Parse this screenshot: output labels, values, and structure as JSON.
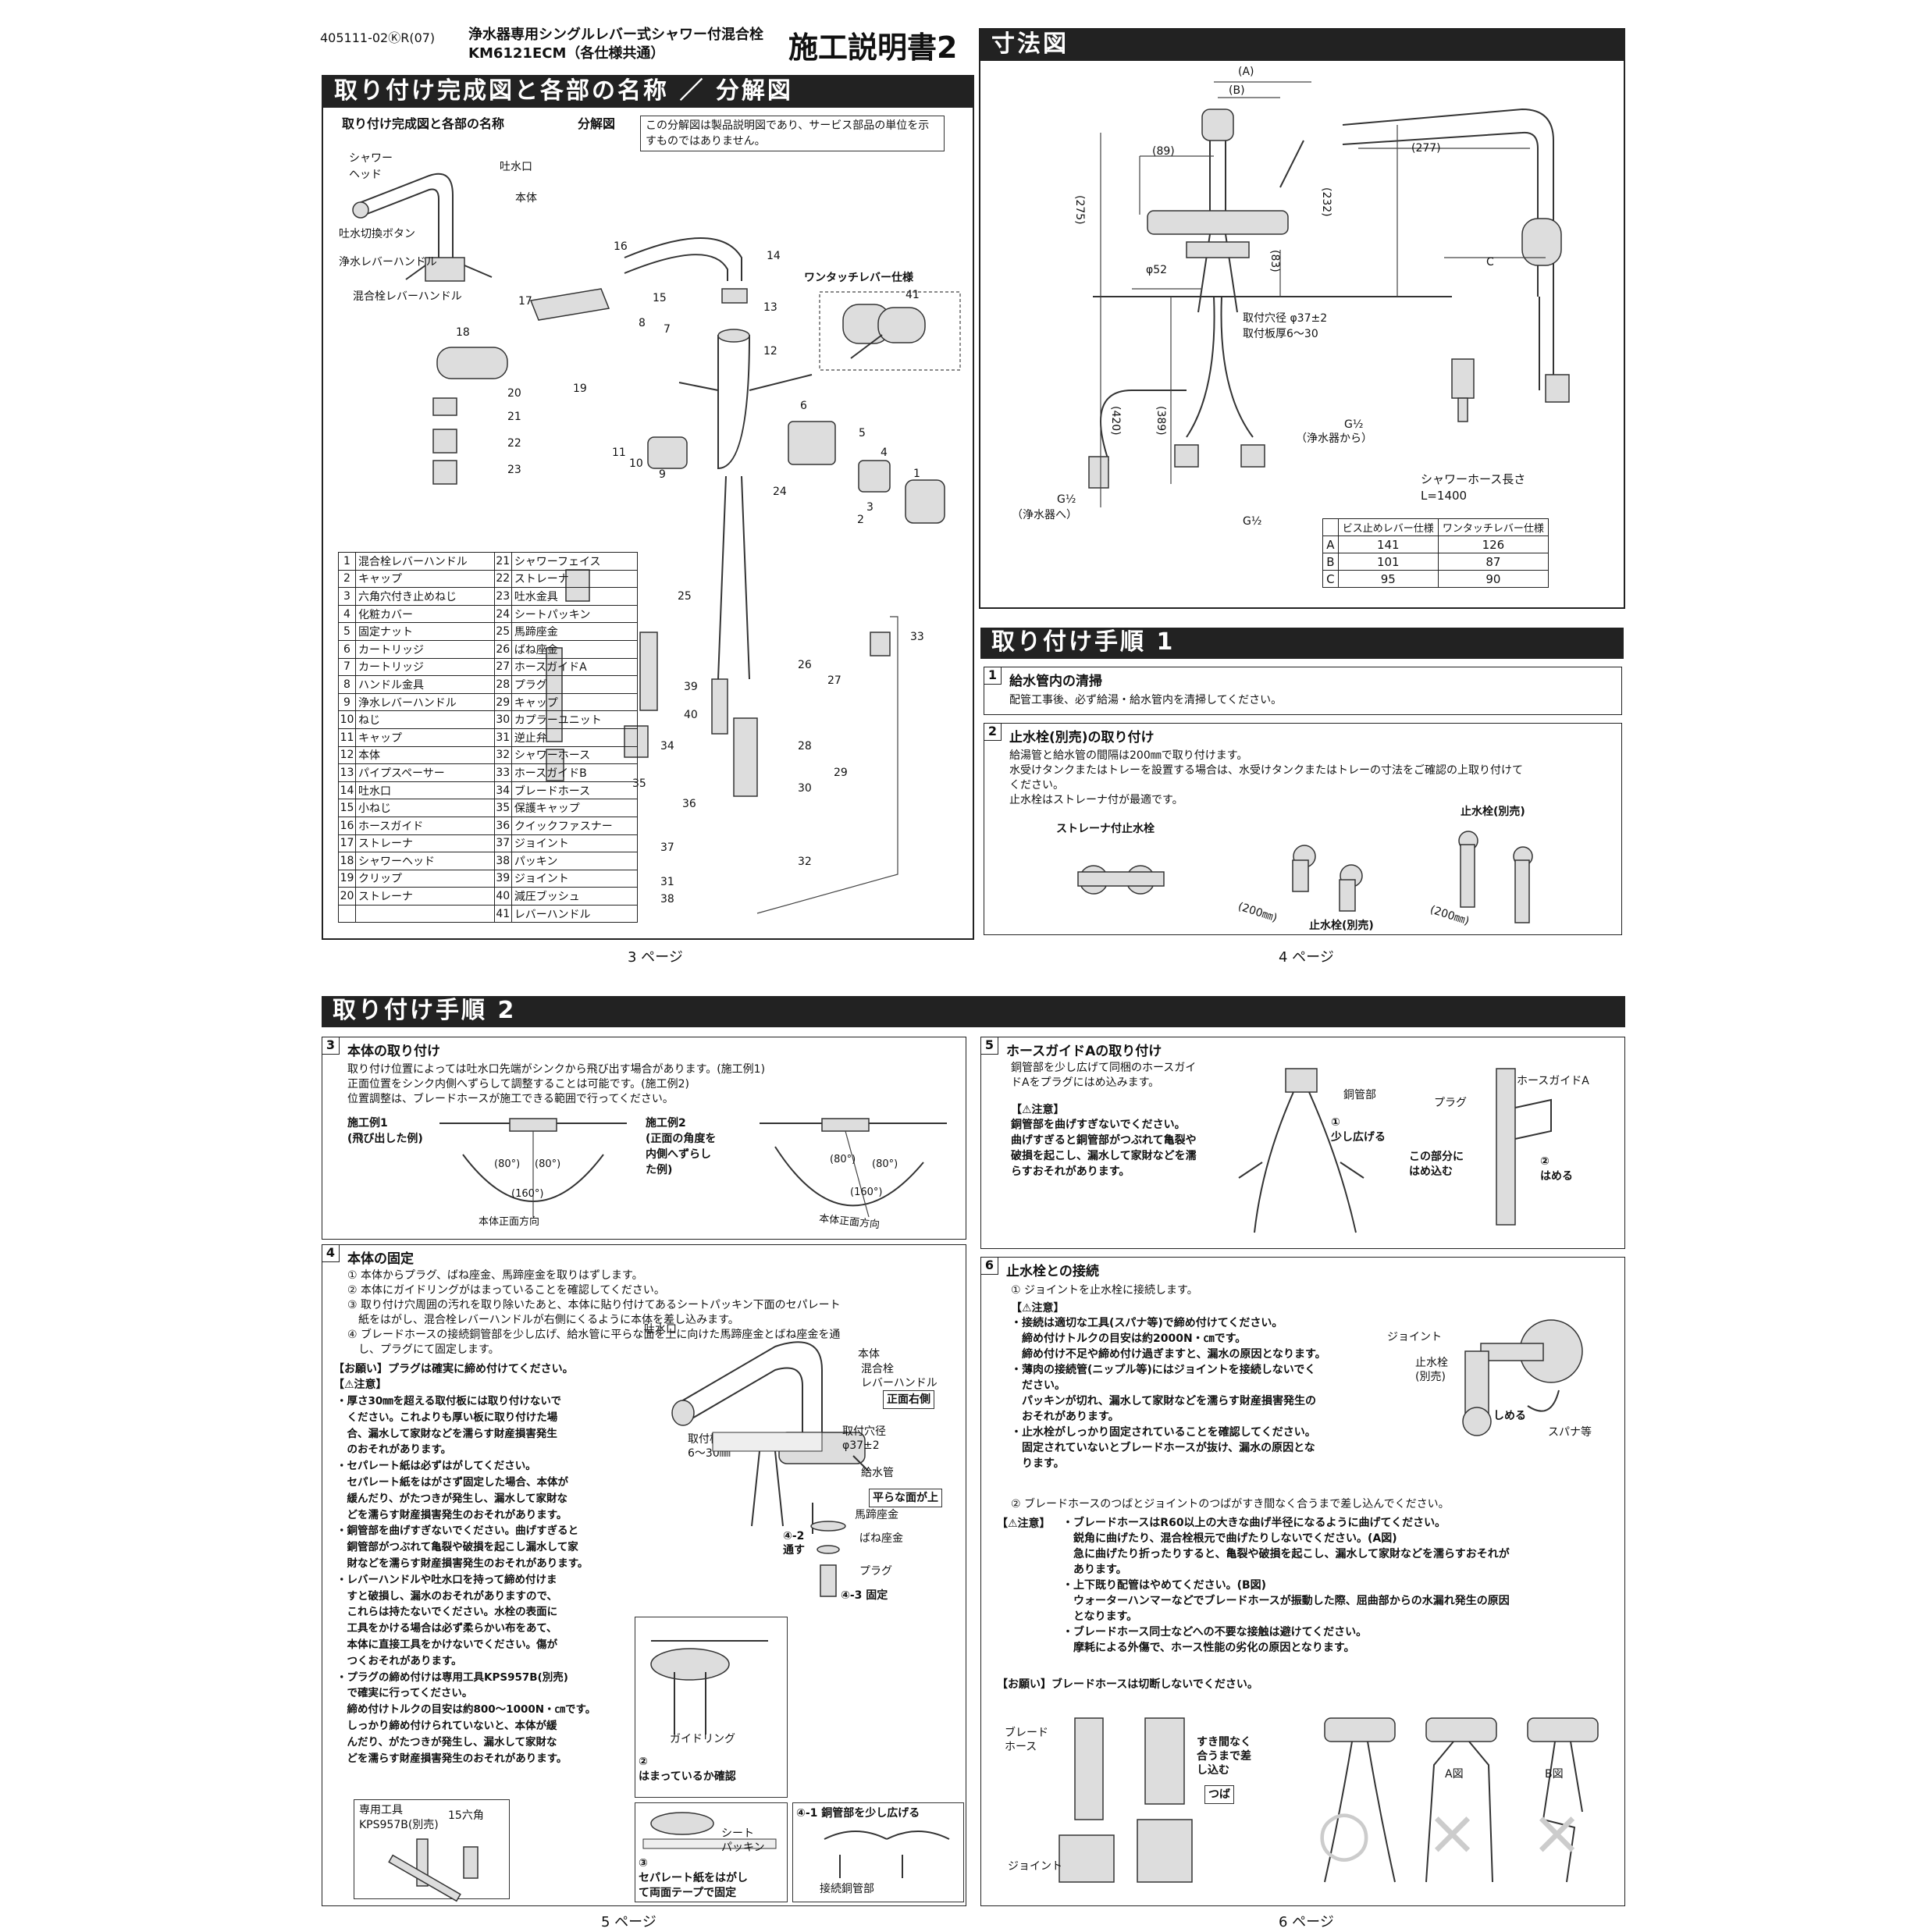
{
  "header": {
    "doc_code": "405111-02ⓀR(07)",
    "product_desc": "浄水器専用シングルレバー式シャワー付混合栓",
    "model": "KM6121ECM（各仕様共通）",
    "doc_title": "施工説明書2"
  },
  "page3": {
    "section_title": "取り付け完成図と各部の名称 ／ 分解図",
    "sub_left": "取り付け完成図と各部の名称",
    "sub_right": "分解図",
    "note": "この分解図は製品説明図であり、サービス部品の単位を示すものではありません。",
    "labels": {
      "shower_head": "シャワー\nヘッド",
      "spout": "吐水口",
      "body": "本体",
      "switch_btn": "吐水切換ボタン",
      "filter_lever": "浄水レバーハンドル",
      "mix_lever": "混合栓レバーハンドル",
      "onetouch": "ワンタッチレバー仕様"
    },
    "callouts": [
      "1",
      "2",
      "3",
      "4",
      "5",
      "6",
      "7",
      "8",
      "9",
      "10",
      "11",
      "12",
      "13",
      "14",
      "15",
      "16",
      "17",
      "18",
      "19",
      "20",
      "21",
      "22",
      "23",
      "24",
      "25",
      "26",
      "27",
      "28",
      "29",
      "30",
      "31",
      "32",
      "33",
      "34",
      "35",
      "36",
      "37",
      "38",
      "39",
      "40",
      "41"
    ],
    "parts": [
      [
        "1",
        "混合栓レバーハンドル",
        "21",
        "シャワーフェイス"
      ],
      [
        "2",
        "キャップ",
        "22",
        "ストレーナ"
      ],
      [
        "3",
        "六角穴付き止めねじ",
        "23",
        "吐水金具"
      ],
      [
        "4",
        "化粧カバー",
        "24",
        "シートパッキン"
      ],
      [
        "5",
        "固定ナット",
        "25",
        "馬蹄座金"
      ],
      [
        "6",
        "カートリッジ",
        "26",
        "ばね座金"
      ],
      [
        "7",
        "カートリッジ",
        "27",
        "ホースガイドA"
      ],
      [
        "8",
        "ハンドル金具",
        "28",
        "プラグ"
      ],
      [
        "9",
        "浄水レバーハンドル",
        "29",
        "キャップ"
      ],
      [
        "10",
        "ねじ",
        "30",
        "カプラーユニット"
      ],
      [
        "11",
        "キャップ",
        "31",
        "逆止弁"
      ],
      [
        "12",
        "本体",
        "32",
        "シャワーホース"
      ],
      [
        "13",
        "パイプスペーサー",
        "33",
        "ホースガイドB"
      ],
      [
        "14",
        "吐水口",
        "34",
        "ブレードホース"
      ],
      [
        "15",
        "小ねじ",
        "35",
        "保護キャップ"
      ],
      [
        "16",
        "ホースガイド",
        "36",
        "クイックファスナー"
      ],
      [
        "17",
        "ストレーナ",
        "37",
        "ジョイント"
      ],
      [
        "18",
        "シャワーヘッド",
        "38",
        "パッキン"
      ],
      [
        "19",
        "クリップ",
        "39",
        "ジョイント"
      ],
      [
        "20",
        "ストレーナ",
        "40",
        "減圧ブッシュ"
      ],
      [
        "",
        "",
        "41",
        "レバーハンドル"
      ]
    ],
    "page_no": "3 ページ"
  },
  "page4": {
    "dim_title": "寸法図",
    "dims": {
      "A": "(A)",
      "B": "(B)",
      "d89": "(89)",
      "d275": "(275)",
      "d232": "(232)",
      "d83": "(83)",
      "d277": "(277)",
      "phi52": "φ52",
      "C": "C",
      "hole": "取付穴径 φ37±2",
      "plate": "取付板厚6〜30",
      "d420": "(420)",
      "d389": "(389)",
      "g_left": "G½",
      "filter_to": "（浄水器へ）",
      "g_mid": "G½",
      "g_right": "G½",
      "filter_from": "（浄水器から）",
      "hose_len": "シャワーホース長さ\nL=1400"
    },
    "dim_table": {
      "header": [
        "",
        "ビス止めレバー仕様",
        "ワンタッチレバー仕様"
      ],
      "rows": [
        [
          "A",
          "141",
          "126"
        ],
        [
          "B",
          "101",
          "87"
        ],
        [
          "C",
          "95",
          "90"
        ]
      ]
    },
    "install1_title": "取り付け手順 1",
    "step1": {
      "num": "1",
      "title": "給水管内の清掃",
      "text": "配管工事後、必ず給湯・給水管内を清掃してください。"
    },
    "step2": {
      "num": "2",
      "title": "止水栓(別売)の取り付け",
      "text": "給湯管と給水管の間隔は200㎜で取り付けます。\n水受けタンクまたはトレーを設置する場合は、水受けタンクまたはトレーの寸法をご確認の上取り付けて\nください。\n止水栓はストレーナ付が最適です。",
      "fig1": "ストレーナ付止水栓",
      "fig2": "止水栓(別売)",
      "fig3": "止水栓(別売)",
      "dist1": "(200㎜)",
      "dist2": "(200㎜)"
    },
    "page_no": "4 ページ"
  },
  "page5": {
    "section_title": "取り付け手順 2",
    "step3": {
      "num": "3",
      "title": "本体の取り付け",
      "text": "取り付け位置によっては吐水口先端がシンクから飛び出す場合があります。(施工例1)\n正面位置をシンク内側へずらして調整することは可能です。(施工例2)\n位置調整は、ブレードホースが施工できる範囲で行ってください。",
      "ex1": "施工例1\n(飛び出した例)",
      "ex2": "施工例2\n(正面の角度を\n内側へずらし\nた例)",
      "a80": "(80°)",
      "a160": "(160°)",
      "front": "本体正面方向"
    },
    "step4": {
      "num": "4",
      "title": "本体の固定",
      "text": "① 本体からプラグ、ばね座金、馬蹄座金を取りはずします。\n② 本体にガイドリングがはまっていることを確認してください。\n③ 取り付け穴周囲の汚れを取り除いたあと、本体に貼り付けてあるシートパッキン下面のセパレート\n　紙をはがし、混合栓レバーハンドルが右側にくるように本体を差し込みます。\n④ ブレードホースの接続銅管部を少し広げ、給水管に平らな面を上に向けた馬蹄座金とばね座金を通\n　し、プラグにて固定します。",
      "request": "【お願い】プラグは確実に締め付けてください。",
      "caution_head": "【⚠注意】",
      "cautions": "・厚さ30㎜を超える取付板には取り付けないで\n　ください。これよりも厚い板に取り付けた場\n　合、漏水して家財などを濡らす財産損害発生\n　のおそれがあります。\n・セパレート紙は必ずはがしてください。\n　セパレート紙をはがさず固定した場合、本体が\n　緩んだり、がたつきが発生し、漏水して家財な\n　どを濡らす財産損害発生のおそれがあります。\n・銅管部を曲げすぎないでください。曲げすぎると\n　銅管部がつぶれて亀裂や破損を起こし漏水して家\n　財などを濡らす財産損害発生のおそれがあります。\n・レバーハンドルや吐水口を持って締め付けま\n　すと破損し、漏水のおそれがありますので、\n　これらは持たないでください。水栓の表面に\n　工具をかける場合は必ず柔らかい布をあて、\n　本体に直接工具をかけないでください。傷が\n　つくおそれがあります。\n・プラグの締め付けは専用工具KPS957B(別売)\n　で確実に行ってください。\n　締め付けトルクの目安は約800〜1000N・㎝です。\n　しっかり締め付けられていないと、本体が緩\n　んだり、がたつきが発生し、漏水して家財な\n　どを濡らす財産損害発生のおそれがあります。",
      "tool": "専用工具\nKPS957B(別売)",
      "hex": "15六角",
      "fig": {
        "spout": "吐水口",
        "body": "本体",
        "lever": "混合栓\nレバーハンドル",
        "front": "正面右側",
        "plate": "取付板厚\n6〜30㎜",
        "hole": "取付穴径\nφ37±2",
        "supply": "給水管",
        "flat": "平らな面が上",
        "horseshoe": "馬蹄座金",
        "spring": "ばね座金",
        "s42": "④-2\n通す",
        "plug": "プラグ",
        "s43": "④-3 固定",
        "guide": "ガイドリング",
        "s2": "②\nはまっているか確認",
        "s41": "④-1 銅管部を少し広げる",
        "sheet": "シート\nパッキン",
        "s3": "③\nセパレート紙をはがし\nて両面テープで固定",
        "copper": "接続銅管部"
      }
    },
    "page_no": "5 ページ"
  },
  "page6": {
    "step5": {
      "num": "5",
      "title": "ホースガイドAの取り付け",
      "text": "銅管部を少し広げて同梱のホースガイ\nドAをプラグにはめ込みます。",
      "caution_head": "【⚠注意】",
      "caution": "銅管部を曲げすぎないでください。\n曲げすぎると銅管部がつぶれて亀裂や\n破損を起こし、漏水して家財などを濡\nらすおそれがあります。",
      "copper": "銅管部",
      "s1": "①\n少し広げる",
      "plug": "プラグ",
      "guideA": "ホースガイドA",
      "here": "この部分に\nはめ込む",
      "s2": "②\nはめる"
    },
    "step6": {
      "num": "6",
      "title": "止水栓との接続",
      "text": "① ジョイントを止水栓に接続します。",
      "caution_head": "【⚠注意】",
      "cautions1": "・接続は適切な工具(スパナ等)で締め付けてください。\n　締め付けトルクの目安は約2000N・㎝です。\n　締め付け不足や締め付け過ぎますと、漏水の原因となります。\n・薄肉の接続管(ニップル等)にはジョイントを接続しないでく\n　ださい。\n　パッキンが切れ、漏水して家財などを濡らす財産損害発生の\n　おそれがあります。\n・止水栓がしっかり固定されていることを確認してください。\n　固定されていないとブレードホースが抜け、漏水の原因とな\n　ります。",
      "text2": "② ブレードホースのつばとジョイントのつばがすき間なく合うまで差し込んでください。",
      "cautions2": "・ブレードホースはR60以上の大きな曲げ半径になるように曲げてください。\n　鋭角に曲げたり、混合栓根元で曲げたりしないでください。(A図)\n　急に曲げたり折ったりすると、亀裂や破損を起こし、漏水して家財などを濡らすおそれが\n　あります。\n・上下既り配管はやめてください。(B図)\n　ウォーターハンマーなどでブレードホースが振動した際、屈曲部からの水漏れ発生の原因\n　となります。\n・ブレードホース同士などへの不要な接触は避けてください。\n　摩耗による外傷で、ホース性能の劣化の原因となります。",
      "request": "【お願い】ブレードホースは切断しないでください。",
      "joint": "ジョイント",
      "valve": "止水栓\n(別売)",
      "tighten": "しめる",
      "spanner": "スパナ等",
      "braid": "ブレード\nホース",
      "joint2": "ジョイント",
      "insert": "すき間なく\n合うまで差\nし込む",
      "flange": "つば",
      "figA": "A図",
      "figB": "B図",
      "ok": "○",
      "ng1": "×",
      "ng2": "×"
    },
    "page_no": "6 ページ"
  }
}
